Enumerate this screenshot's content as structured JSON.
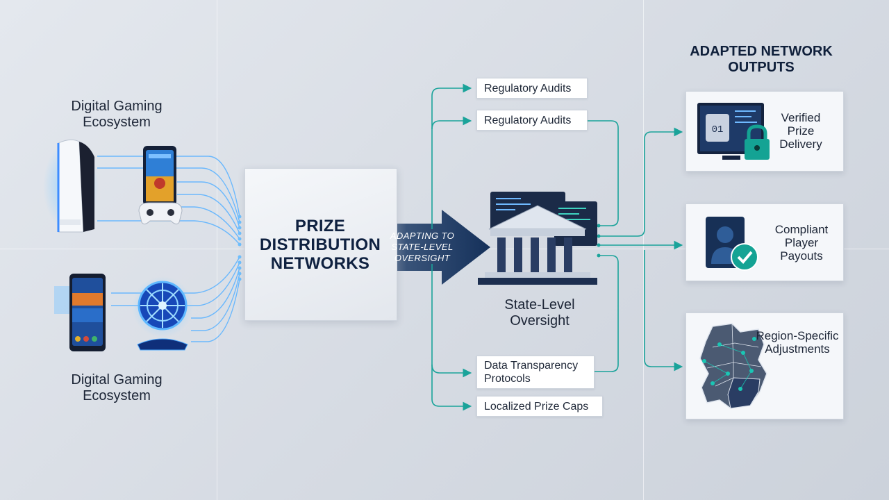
{
  "left": {
    "ecosystem_top_label": "Digital Gaming Ecosystem",
    "ecosystem_bottom_label": "Digital Gaming Ecosystem"
  },
  "center": {
    "title_line1": "PRIZE",
    "title_line2": "DISTRIBUTION",
    "title_line3": "NETWORKS",
    "arrow_line1": "ADAPTING TO",
    "arrow_line2": "STATE-LEVEL",
    "arrow_line3": "OVERSIGHT"
  },
  "oversight": {
    "label_line1": "State-Level",
    "label_line2": "Oversight"
  },
  "pills": {
    "audit_1": "Regulatory Audits",
    "audit_2": "Regulatory Audits",
    "transparency_line1": "Data Transparency",
    "transparency_line2": "Protocols",
    "prize_caps": "Localized Prize Caps"
  },
  "outputs": {
    "title_line1": "ADAPTED NETWORK",
    "title_line2": "OUTPUTS",
    "verified_line1": "Verified",
    "verified_line2": "Prize",
    "verified_line3": "Delivery",
    "payouts_line1": "Compliant",
    "payouts_line2": "Player",
    "payouts_line3": "Payouts",
    "region_line1": "Region-Specific",
    "region_line2": "Adjustments"
  },
  "colors": {
    "accent_teal": "#1aa39a",
    "navy": "#1d3b66",
    "glow_blue": "#4aa8ff",
    "text_dark": "#1c2536"
  },
  "icons": {
    "console": "game-console-icon",
    "phone_game": "mobile-game-icon",
    "controller": "controller-icon",
    "phone_casino": "casino-app-icon",
    "prize_wheel": "prize-wheel-icon",
    "building": "government-building-icon",
    "monitor_lock": "secure-monitor-icon",
    "player_check": "verified-player-icon",
    "region_map": "region-map-icon"
  }
}
